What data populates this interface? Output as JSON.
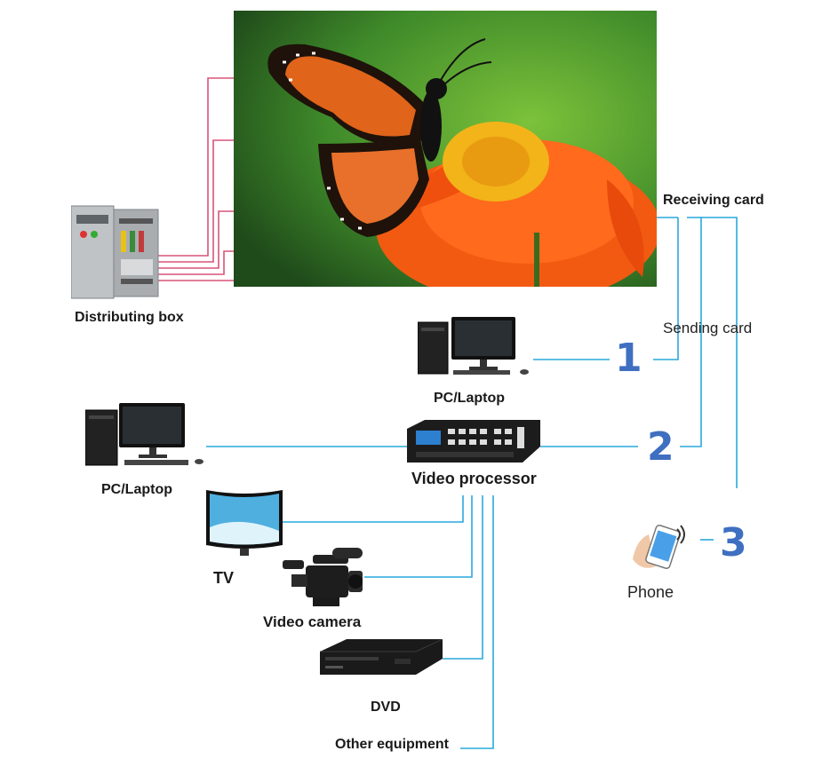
{
  "labels": {
    "receiving_card": "Receiving card",
    "sending_card": "Sending card",
    "distributing_box": "Distributing box",
    "pc_laptop_top": "PC/Laptop",
    "pc_laptop_left": "PC/Laptop",
    "video_processor": "Video processor",
    "tv": "TV",
    "video_camera": "Video camera",
    "dvd": "DVD",
    "other_equipment": "Other equipment",
    "phone": "Phone"
  },
  "numbers": {
    "n1": "1",
    "n2": "2",
    "n3": "3"
  },
  "colors": {
    "power_wire": "#d9537a",
    "signal_wire": "#29a9dc",
    "number_blue": "#3f6fc0",
    "screen_bg": "#3f8a2a",
    "flower": "#f25a12"
  }
}
